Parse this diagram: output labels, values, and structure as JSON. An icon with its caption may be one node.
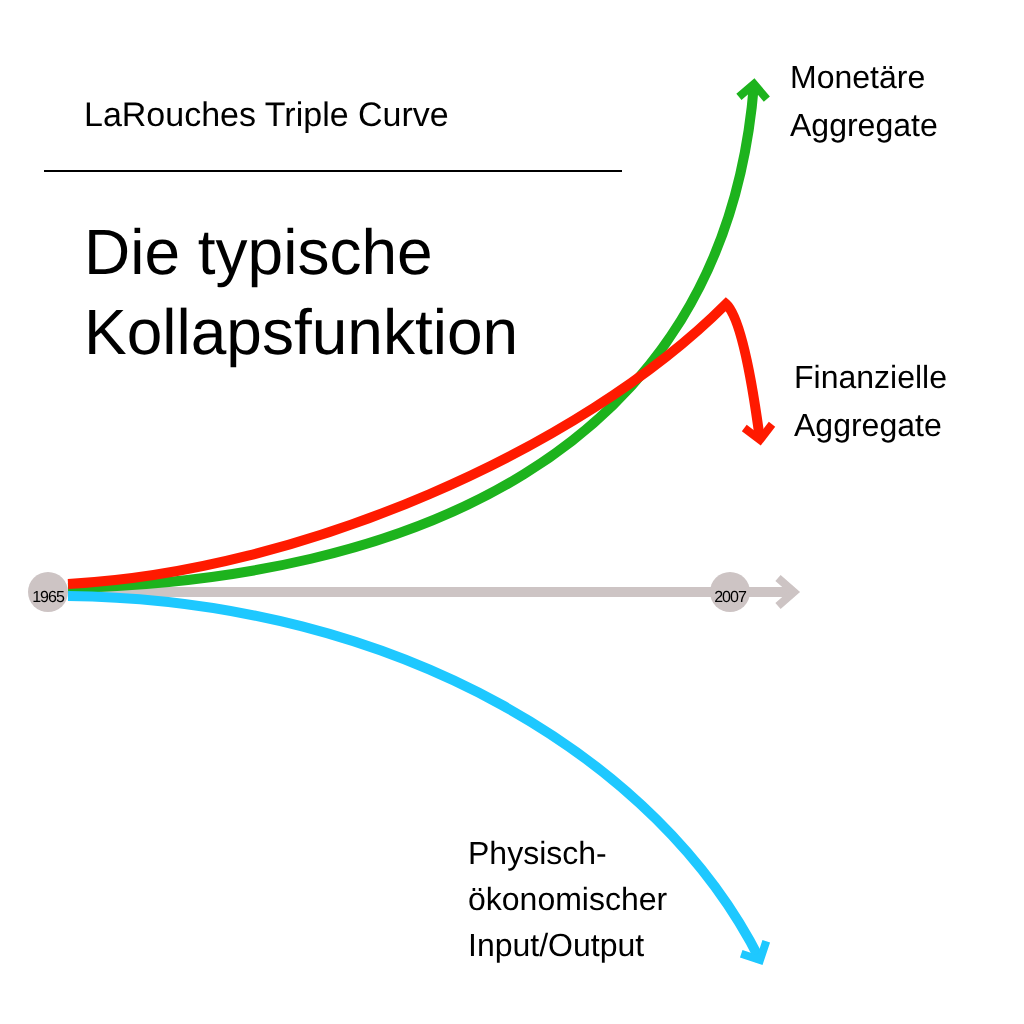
{
  "diagram": {
    "title": "LaRouches Triple Curve",
    "nodes": [
      {
        "text": [
          "1965"
        ]
      },
      {
        "text": [
          "2007"
        ]
      },
      {
        "text": [
          "Monetäre Aggregate"
        ]
      },
      {
        "text": [
          "Finanzielle Aggregate"
        ]
      },
      {
        "text": [
          "Physisch-ökonomischer Input/Output"
        ]
      }
    ],
    "edges": [
      {
        "from": 0,
        "to": 2,
        "arrow": "to",
        "color": "#1db31d"
      },
      {
        "from": 0,
        "to": 3,
        "arrow": "to",
        "color": "#ff1a00"
      },
      {
        "from": 0,
        "to": 4,
        "arrow": "to",
        "color": "#1ec8ff"
      }
    ],
    "labels": [
      "Die typische Kollapsfunktion"
    ]
  }
}
